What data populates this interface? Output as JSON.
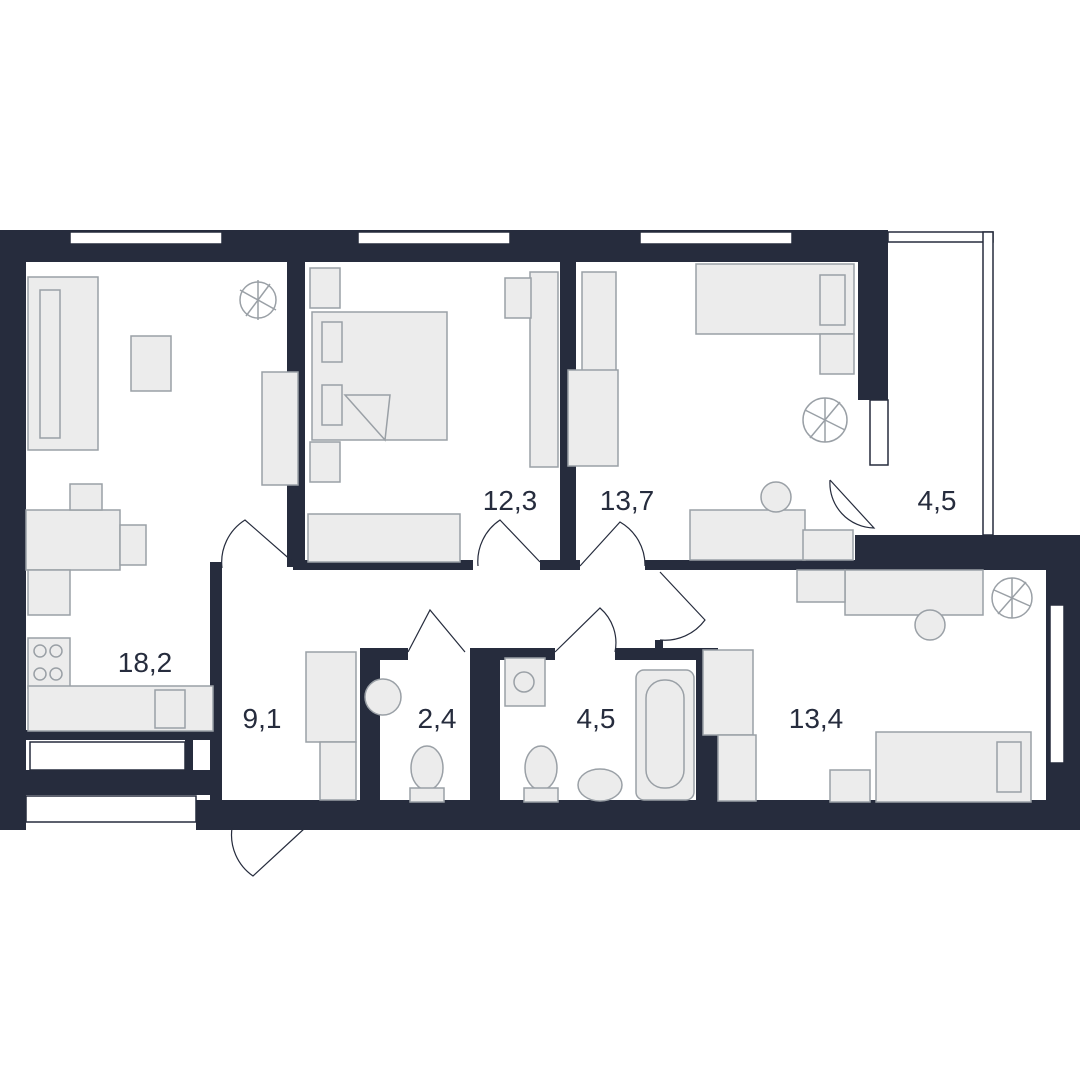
{
  "colors": {
    "wall": "#262c3d",
    "furniture": "#ececec",
    "furniture_stroke": "#9aa0a6",
    "background": "#ffffff"
  },
  "rooms": [
    {
      "id": "living-kitchen",
      "area": "18,2"
    },
    {
      "id": "bedroom-1",
      "area": "12,3"
    },
    {
      "id": "bedroom-2",
      "area": "13,7"
    },
    {
      "id": "balcony",
      "area": "4,5"
    },
    {
      "id": "hallway",
      "area": "9,1"
    },
    {
      "id": "wc",
      "area": "2,4"
    },
    {
      "id": "bathroom",
      "area": "4,5"
    },
    {
      "id": "bedroom-3",
      "area": "13,4"
    }
  ]
}
